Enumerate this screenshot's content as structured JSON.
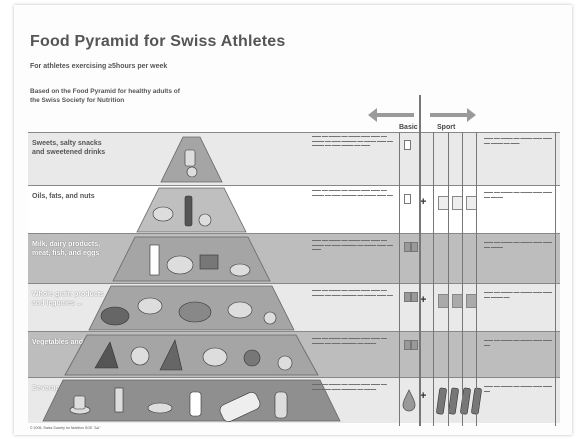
{
  "header": {
    "title": "Food Pyramid for Swiss Athletes",
    "subtitle": "For athletes exercising ≥5hours per week",
    "based_on": "Based on the Food Pyramid for healthy adults of the Swiss Society for Nutrition"
  },
  "columns": {
    "basic": "Basic",
    "sport": "Sport"
  },
  "tiers": [
    {
      "label": "Sweets, salty snacks and sweetened drinks",
      "shade": "light"
    },
    {
      "label": "Oils, fats, and nuts",
      "shade": "white"
    },
    {
      "label": "Milk, dairy products, meat, fish, and eggs",
      "shade": "shade"
    },
    {
      "label": "Whole grain products and legumes ...",
      "shade": "light"
    },
    {
      "label": "Vegetables and Fruit",
      "shade": "shade"
    },
    {
      "label": "Beverages",
      "shade": "light"
    }
  ],
  "footer": "© 2005, Swiss Society for Nutrition SGE \"ΔΔ\"",
  "colors": {
    "pyramid": "#9b9b9b",
    "pyramid_dark": "#6e6e6e",
    "band_shade": "#bdbdbd"
  }
}
